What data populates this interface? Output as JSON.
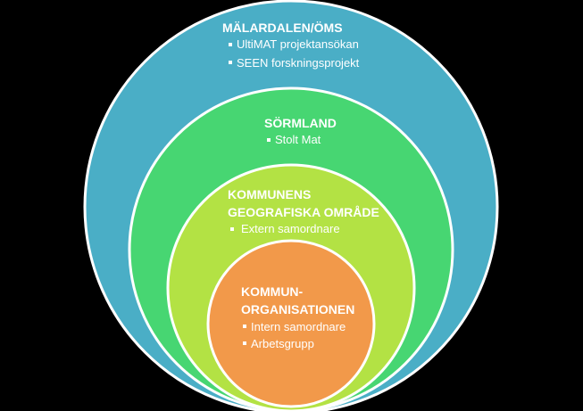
{
  "colors": {
    "background": "#000000",
    "outer_ring": "#4aaec6",
    "second_ring": "#47d672",
    "third_ring": "#b3e244",
    "inner_ring": "#f2994a",
    "ring_border": "#ffffff",
    "text": "#ffffff"
  },
  "levels": [
    {
      "title": "MÄLARDALEN/ÖMS",
      "items": [
        "UltiMAT projektansökan",
        "SEEN forskningsprojekt"
      ]
    },
    {
      "title": "SÖRMLAND",
      "items": [
        "Stolt Mat"
      ]
    },
    {
      "title_lines": [
        "KOMMUNENS",
        "GEOGRAFISKA OMRÅDE"
      ],
      "items": [
        "Extern samordnare"
      ]
    },
    {
      "title_lines": [
        "KOMMUN-",
        "ORGANISATIONEN"
      ],
      "items": [
        "Intern samordnare",
        "Arbetsgrupp"
      ]
    }
  ]
}
